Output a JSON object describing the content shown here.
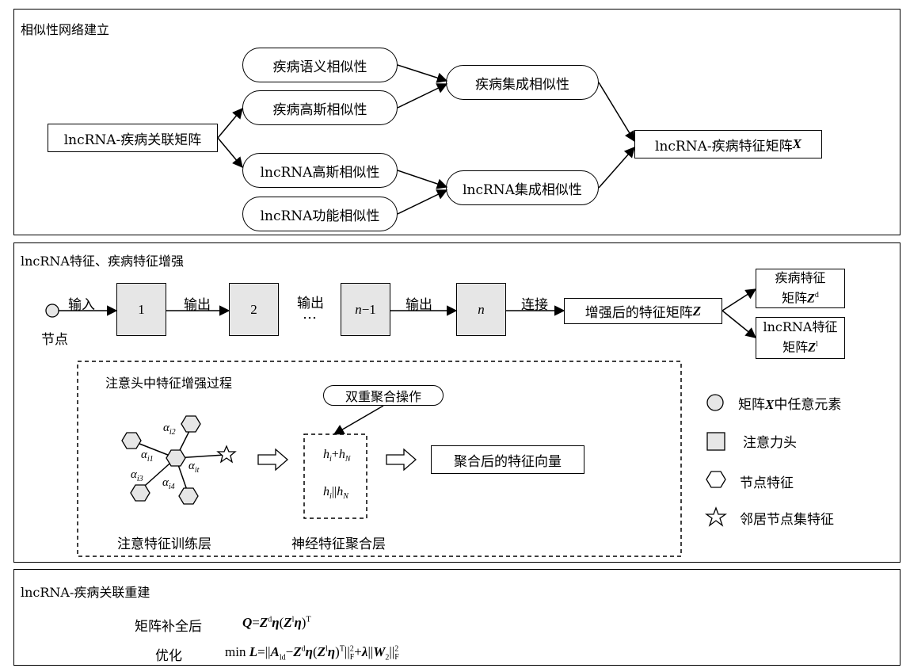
{
  "panel1": {
    "title": "相似性网络建立",
    "matrix_node": "lncRNA-疾病关联矩阵",
    "disease_semantic": "疾病语义相似性",
    "disease_gauss": "疾病高斯相似性",
    "lnc_gauss": "lncRNA高斯相似性",
    "lnc_func": "lncRNA功能相似性",
    "disease_integrated": "疾病集成相似性",
    "lnc_integrated": "lncRNA集成相似性",
    "feature_matrix": "lncRNA-疾病特征矩阵",
    "feature_matrix_var": "X"
  },
  "panel2": {
    "title": "lncRNA特征、疾病特征增强",
    "node_label": "节点",
    "input_label": "输入",
    "output_label": "输出",
    "connect_label": "连接",
    "dots": "…",
    "box1": "1",
    "box2": "2",
    "box_n": "n",
    "box_n1_var": "n",
    "box_n1_rest": "−1",
    "enhanced": "增强后的特征矩阵",
    "enhanced_var": "Z",
    "disease_feat_line1": "疾病特征",
    "disease_feat_line2": "矩阵",
    "disease_feat_var": "Z",
    "disease_feat_sup": "d",
    "lnc_feat_line1": "lncRNA特征",
    "lnc_feat_line2": "矩阵",
    "lnc_feat_var": "Z",
    "lnc_feat_sup": "l",
    "inner_title": "注意头中特征增强过程",
    "dual_agg": "双重聚合操作",
    "formula_sum": "h_i+h_N",
    "formula_concat": "h_i||h_N",
    "aggregated": "聚合后的特征向量",
    "train_layer": "注意特征训练层",
    "agg_layer": "神经特征聚合层",
    "alphas": {
      "i1": "αi1",
      "i2": "αi2",
      "i3": "αi3",
      "i4": "αi4",
      "it": "αit"
    },
    "legend": [
      {
        "icon": "circle-icon",
        "label_pre": "矩阵",
        "label_var": "X",
        "label_post": "中任意元素"
      },
      {
        "icon": "square-icon",
        "label_pre": "注意力头",
        "label_var": "",
        "label_post": ""
      },
      {
        "icon": "hexagon-icon",
        "label_pre": "节点特征",
        "label_var": "",
        "label_post": ""
      },
      {
        "icon": "star-icon",
        "label_pre": "邻居节点集特征",
        "label_var": "",
        "label_post": ""
      }
    ]
  },
  "panel3": {
    "title": "lncRNA-疾病关联重建",
    "row1_label": "矩阵补全后",
    "row2_label": "优化"
  }
}
